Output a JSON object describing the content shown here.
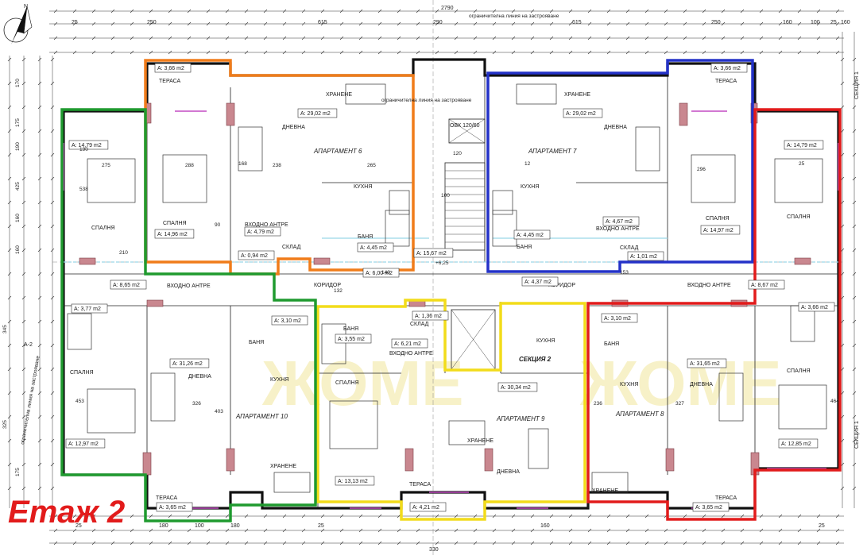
{
  "page": {
    "floor_label": "Етаж 2",
    "floor_color": "#e21b1b"
  },
  "watermark": {
    "text": "ЖОМЕ"
  },
  "compass": {
    "label": "N"
  },
  "boundary_note": "ограничителна линия на застрояване",
  "section_labels": {
    "center": "СЕКЦИЯ 2",
    "right_top": "СЕКЦИЯ 1",
    "right_bottom": "СЕКЦИЯ 1"
  },
  "axis_marker": "А-2",
  "level_mark": "+6,25",
  "ovk": "ОВК 120/60",
  "apartments": [
    {
      "name": "АПАРТАМЕНТ 6",
      "color": "#f07c1a"
    },
    {
      "name": "АПАРТАМЕНТ 7",
      "color": "#2432c8"
    },
    {
      "name": "АПАРТАМЕНТ 8",
      "color": "#e21b1b"
    },
    {
      "name": "АПАРТАМЕНТ 9",
      "color": "#f2dc1a"
    },
    {
      "name": "АПАРТАМЕНТ 10",
      "color": "#1f9a2f"
    }
  ],
  "rooms": [
    {
      "id": "a6-terrace",
      "name": "ТЕРАСА",
      "area": "А: 3,66 m2"
    },
    {
      "id": "a6-storage",
      "name": "ХРАНЕНЕ",
      "area": ""
    },
    {
      "id": "a6-living",
      "name": "ДНЕВНА",
      "area": "А: 29,02 m2"
    },
    {
      "id": "a6-kitchen",
      "name": "КУХНЯ",
      "area": ""
    },
    {
      "id": "a6-bed",
      "name": "СПАЛНЯ",
      "area": "А: 14,96 m2"
    },
    {
      "id": "a6-entry",
      "name": "ВХОДНО АНТРЕ",
      "area": "А: 4,79 m2"
    },
    {
      "id": "a6-store",
      "name": "СКЛАД",
      "area": "А: 0,94 m2"
    },
    {
      "id": "a6-bath",
      "name": "БАНЯ",
      "area": "А: 4,45 m2"
    },
    {
      "id": "a7-terrace",
      "name": "ТЕРАСА",
      "area": "А: 3,66 m2"
    },
    {
      "id": "a7-storage",
      "name": "ХРАНЕНЕ",
      "area": ""
    },
    {
      "id": "a7-living",
      "name": "ДНЕВНА",
      "area": "А: 29,02 m2"
    },
    {
      "id": "a7-kitchen",
      "name": "КУХНЯ",
      "area": ""
    },
    {
      "id": "a7-bed",
      "name": "СПАЛНЯ",
      "area": "А: 14,97 m2"
    },
    {
      "id": "a7-entry",
      "name": "ВХОДНО АНТРЕ",
      "area": "А: 4,67 m2"
    },
    {
      "id": "a7-store",
      "name": "СКЛАД",
      "area": "А: 1,01 m2"
    },
    {
      "id": "a7-bath",
      "name": "БАНЯ",
      "area": "А: 4,45 m2"
    },
    {
      "id": "left-bed",
      "name": "СПАЛНЯ",
      "area": "А: 14,79 m2"
    },
    {
      "id": "right-bed",
      "name": "СПАЛНЯ",
      "area": "А: 14,79 m2"
    },
    {
      "id": "corridor-l",
      "name": "КОРИДОР",
      "area": "А: 6,00 m2"
    },
    {
      "id": "corridor-r",
      "name": "КОРИДОР",
      "area": "А: 4,37 m2"
    },
    {
      "id": "stair",
      "name": "",
      "area": "А: 15,67 m2"
    },
    {
      "id": "a10-entry",
      "name": "ВХОДНО АНТРЕ",
      "area": "А: 8,65 m2"
    },
    {
      "id": "a10-bath-s",
      "name": "",
      "area": "А: 3,77 m2"
    },
    {
      "id": "a10-bath",
      "name": "БАНЯ",
      "area": "А: 3,10 m2"
    },
    {
      "id": "a10-living",
      "name": "ДНЕВНА",
      "area": "А: 31,26 m2"
    },
    {
      "id": "a10-kitchen",
      "name": "КУХНЯ",
      "area": ""
    },
    {
      "id": "a10-bed",
      "name": "СПАЛНЯ",
      "area": "А: 12,97 m2"
    },
    {
      "id": "a10-dining",
      "name": "ХРАНЕНЕ",
      "area": ""
    },
    {
      "id": "a10-terrace",
      "name": "ТЕРАСА",
      "area": "А: 3,65 m2"
    },
    {
      "id": "a9-bath",
      "name": "БАНЯ",
      "area": "А: 3,55 m2"
    },
    {
      "id": "a9-entry",
      "name": "ВХОДНО АНТРЕ",
      "area": "А: 6,21 m2"
    },
    {
      "id": "a9-store",
      "name": "СКЛАД",
      "area": "А: 1,36 m2"
    },
    {
      "id": "a9-bed",
      "name": "СПАЛНЯ",
      "area": "А: 13,13 m2"
    },
    {
      "id": "a9-living",
      "name": "ДНЕВНА",
      "area": "А: 30,34 m2"
    },
    {
      "id": "a9-kitchen",
      "name": "КУХНЯ",
      "area": ""
    },
    {
      "id": "a9-dining",
      "name": "ХРАНЕНЕ",
      "area": ""
    },
    {
      "id": "a9-terrace",
      "name": "ТЕРАСА",
      "area": "А: 4,21 m2"
    },
    {
      "id": "a8-bath",
      "name": "БАНЯ",
      "area": "А: 3,10 m2"
    },
    {
      "id": "a8-living",
      "name": "ДНЕВНА",
      "area": "А: 31,65 m2"
    },
    {
      "id": "a8-kitchen",
      "name": "КУХНЯ",
      "area": ""
    },
    {
      "id": "a8-bed",
      "name": "СПАЛНЯ",
      "area": "А: 12,85 m2"
    },
    {
      "id": "a8-dining",
      "name": "ХРАНЕНЕ",
      "area": ""
    },
    {
      "id": "a8-terrace",
      "name": "ТЕРАСА",
      "area": "А: 3,65 m2"
    },
    {
      "id": "a8-entry",
      "name": "ВХОДНО АНТРЕ",
      "area": "А: 8,67 m2"
    },
    {
      "id": "a8-bath-s",
      "name": "",
      "area": "А: 3,66 m2"
    }
  ],
  "dimensions_top": [
    "2790",
    "25",
    "250",
    "615",
    "290",
    "615",
    "250",
    "25",
    "160",
    "100",
    "160"
  ],
  "dimensions_bottom": [
    "330",
    "25",
    "180",
    "100",
    "180",
    "25",
    "160",
    "25"
  ],
  "dimensions_left": [
    "170",
    "175",
    "425",
    "160",
    "190",
    "345",
    "160",
    "325",
    "175"
  ],
  "dimensions_misc": [
    "288",
    "275",
    "265",
    "238",
    "296",
    "538",
    "326",
    "403",
    "453",
    "464",
    "327",
    "236",
    "210",
    "190",
    "90",
    "100",
    "120",
    "140",
    "153",
    "132",
    "168",
    "12",
    "25"
  ]
}
